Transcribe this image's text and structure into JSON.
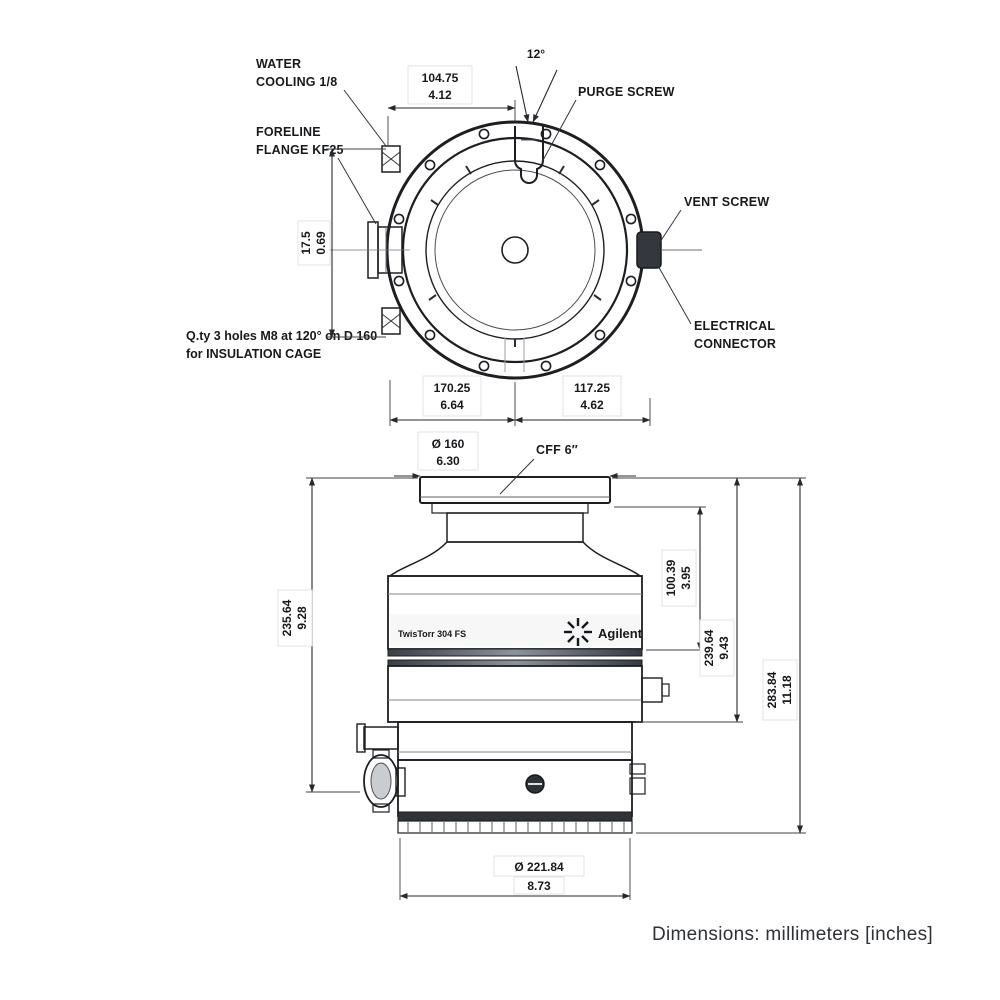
{
  "caption": "Dimensions: millimeters [inches]",
  "top_view": {
    "water_line1": "WATER",
    "water_line2": "COOLING 1/8",
    "foreline_line1": "FORELINE",
    "foreline_line2": "FLANGE KF25",
    "purge": "PURGE SCREW",
    "vent": "VENT SCREW",
    "elec_line1": "ELECTRICAL",
    "elec_line2": "CONNECTOR",
    "note_line1": "Q.ty 3 holes M8 at 120° on D 160",
    "note_line2": "for INSULATION CAGE",
    "dim_top_mm": "104.75",
    "dim_top_in": "4.12",
    "angle": "12°",
    "dim_left_mm": "17.5",
    "dim_left_in": "0.69",
    "dim_bottom_left_mm": "170.25",
    "dim_bottom_left_in": "6.64",
    "dim_bottom_right_mm": "117.25",
    "dim_bottom_right_in": "4.62"
  },
  "side_view": {
    "dim_flange_mm": "Ø 160",
    "dim_flange_in": "6.30",
    "flange_label": "CFF 6″",
    "brand": "Agilent",
    "model": "TwisTorr 304 FS",
    "dim_left_mm": "235.64",
    "dim_left_in": "9.28",
    "dim_right1_mm": "100.39",
    "dim_right1_in": "3.95",
    "dim_right2_mm": "239.64",
    "dim_right2_in": "9.43",
    "dim_right3_mm": "283.84",
    "dim_right3_in": "11.18",
    "dim_base_mm": "Ø 221.84",
    "dim_base_in": "8.73"
  }
}
